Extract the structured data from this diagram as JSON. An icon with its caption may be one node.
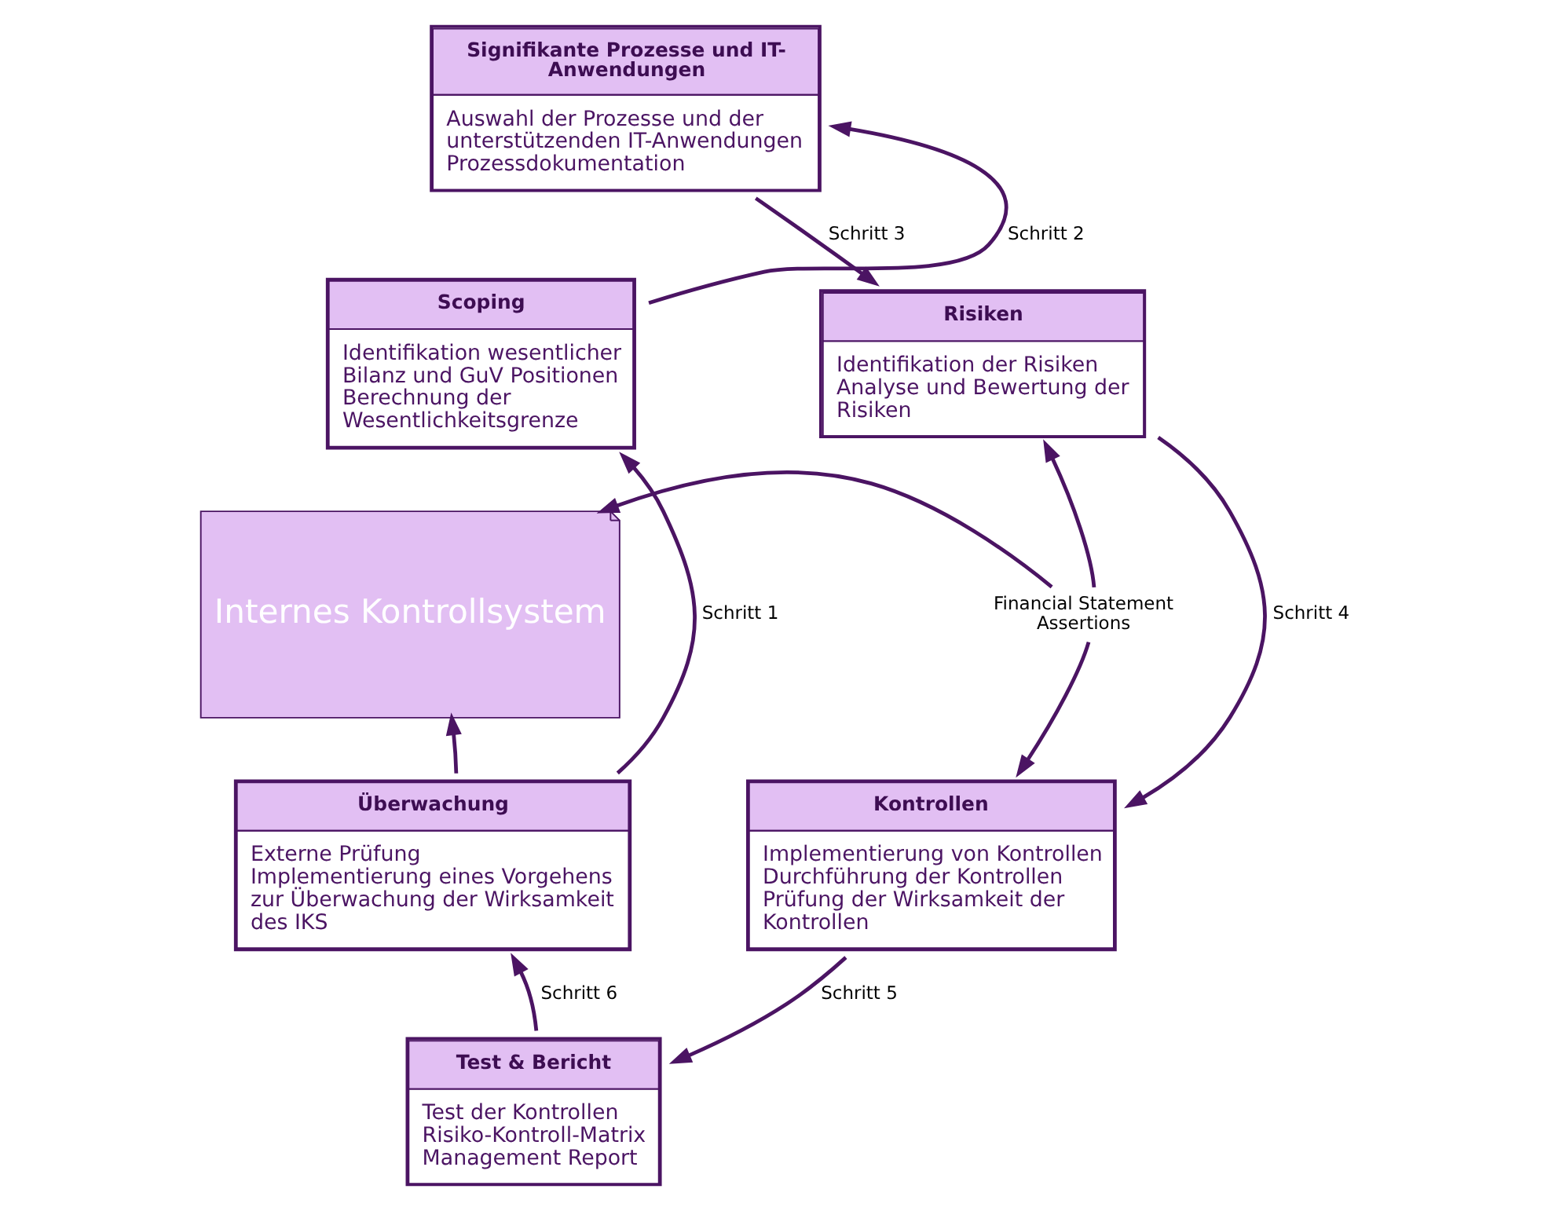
{
  "diagram": {
    "nodes": [
      {
        "text": [
          "Signifikante Prozesse und IT-Anwendungen",
          "Auswahl der Prozesse und der unterstützenden IT-Anwendungen",
          "Prozessdokumentation"
        ]
      },
      {
        "text": [
          "Scoping",
          "Identifikation wesentlicher Bilanz und GuV Positionen",
          "Berechnung der Wesentlichkeitsgrenze"
        ]
      },
      {
        "text": [
          "Risiken",
          "Identifikation der Risiken",
          "Analyse und Bewertung der Risiken"
        ]
      },
      {
        "text": [
          "Internes Kontrollsystem"
        ]
      },
      {
        "text": [
          "Financial Statement Assertions"
        ]
      },
      {
        "text": [
          "Überwachung",
          "Externe Prüfung",
          "Implementierung eines Vorgehens zur Überwachung der Wirksamkeit des IKS"
        ]
      },
      {
        "text": [
          "Kontrollen",
          "Implementierung von Kontrollen",
          "Durchführung der Kontrollen",
          "Prüfung der Wirksamkeit der Kontrollen"
        ]
      },
      {
        "text": [
          "Test & Bericht",
          "Test der Kontrollen",
          "Risiko-Kontroll-Matrix",
          "Management Report"
        ]
      }
    ],
    "edges": [
      {
        "from": 5,
        "to": 1,
        "arrow": "to",
        "label": "Schritt 1"
      },
      {
        "from": 1,
        "to": 0,
        "arrow": "to",
        "label": "Schritt 2"
      },
      {
        "from": 0,
        "to": 2,
        "arrow": "to",
        "label": "Schritt 3"
      },
      {
        "from": 2,
        "to": 6,
        "arrow": "to",
        "label": "Schritt 4"
      },
      {
        "from": 6,
        "to": 7,
        "arrow": "to",
        "label": "Schritt 5"
      },
      {
        "from": 7,
        "to": 5,
        "arrow": "to",
        "label": "Schritt 6"
      },
      {
        "from": 5,
        "to": 3,
        "arrow": "to"
      },
      {
        "from": 4,
        "to": 3,
        "arrow": "to"
      },
      {
        "from": 4,
        "to": 2,
        "arrow": "to"
      },
      {
        "from": 4,
        "to": 6,
        "arrow": "to"
      }
    ]
  }
}
